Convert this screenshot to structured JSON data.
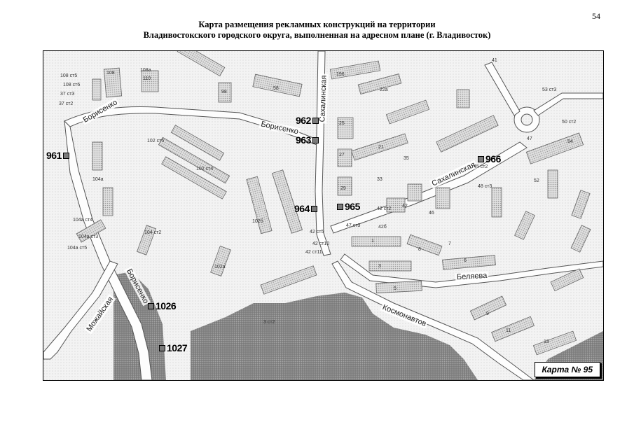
{
  "page_number": "54",
  "title": {
    "line1": "Карта размещения рекламных конструкций на территории",
    "line2": "Владивостокского городского округа, выполненная на адресном плане (г. Владивосток)"
  },
  "map_label": "Карта № 95",
  "markers": [
    "961",
    "962",
    "963",
    "964",
    "965",
    "966",
    "1026",
    "1027"
  ],
  "streets": [
    "Борисенко",
    "Борисенко",
    "Сахалинская",
    "Сахалинская",
    "Беляева",
    "Космонавтов",
    "Борисенко",
    "Можайская"
  ],
  "building_labels": [
    "108 ст5",
    "108 ст6",
    "37 ст3",
    "37 ст2",
    "108",
    "108а",
    "110",
    "98",
    "58",
    "196",
    "22а",
    "25",
    "27",
    "21",
    "29",
    "33",
    "35",
    "45 ст2",
    "48 ст3",
    "41",
    "53 ст3",
    "47",
    "50 ст2",
    "52",
    "54",
    "102 ст5",
    "102 ст4",
    "104а",
    "104а ст4",
    "104а ст3",
    "104а ст5",
    "104 ст2",
    "102б",
    "102а",
    "42 ст2",
    "42",
    "42 ст5",
    "42 ст10",
    "42 ст11",
    "42б",
    "46",
    "47 ст3",
    "1",
    "3",
    "5",
    "6",
    "7",
    "8",
    "9",
    "11",
    "13",
    "3 ст2"
  ]
}
